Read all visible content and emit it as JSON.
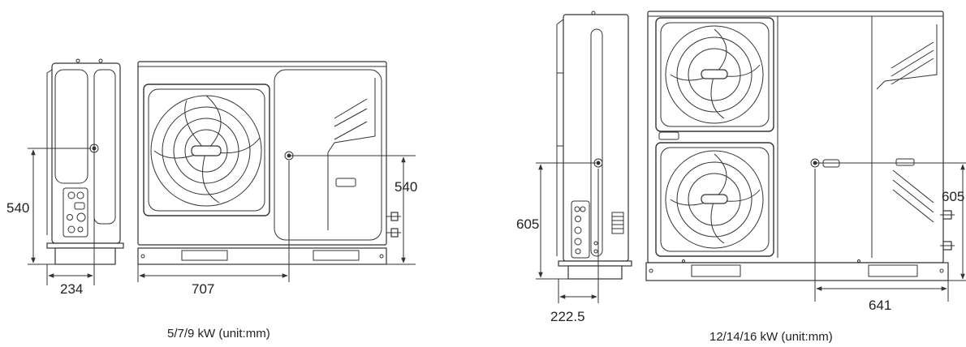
{
  "unit_small": {
    "caption": "5/7/9 kW  (unit:mm)",
    "dim_height_side": "540",
    "dim_width_side": "234",
    "dim_width_front": "707",
    "dim_height_front": "540"
  },
  "unit_large": {
    "caption": "12/14/16 kW  (unit:mm)",
    "dim_height_side": "605",
    "dim_width_side": "222.5",
    "dim_width_front": "641",
    "dim_height_front": "605"
  }
}
